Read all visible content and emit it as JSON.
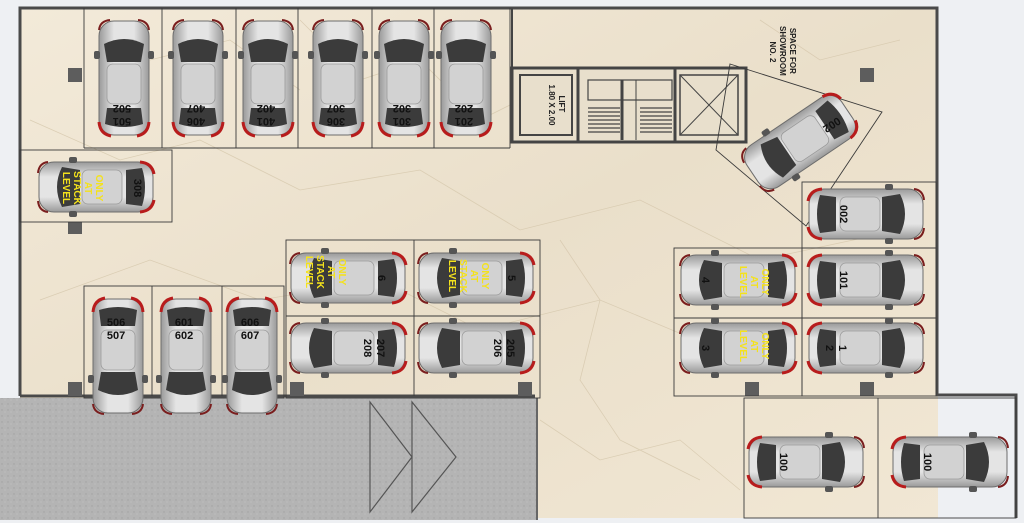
{
  "lift": {
    "label": "LIFT",
    "size": "1.80 X 2.00"
  },
  "showroom": {
    "lines": [
      "SPACE FOR",
      "SHOWROOM",
      "NO. 2"
    ]
  },
  "stack_note": [
    "ONLY",
    "AT",
    "STACK",
    "LEVEL"
  ],
  "stack_note_short": [
    "ONLY",
    "AT",
    "LEVEL"
  ],
  "cars": {
    "c501": {
      "lines": [
        "501",
        "502"
      ]
    },
    "c406": {
      "lines": [
        "406",
        "407"
      ]
    },
    "c401": {
      "lines": [
        "401",
        "402"
      ]
    },
    "c306": {
      "lines": [
        "306",
        "307"
      ]
    },
    "c301": {
      "lines": [
        "301",
        "302"
      ]
    },
    "c201": {
      "lines": [
        "201",
        "202"
      ]
    },
    "c308": {
      "lines": [
        "308"
      ]
    },
    "c506": {
      "lines": [
        "506",
        "507"
      ]
    },
    "c601": {
      "lines": [
        "601",
        "602"
      ]
    },
    "c606": {
      "lines": [
        "606",
        "607"
      ]
    },
    "c6": {
      "lines": [
        "6"
      ]
    },
    "c5": {
      "lines": [
        "5"
      ]
    },
    "c207": {
      "lines": [
        "207",
        "208"
      ]
    },
    "c205": {
      "lines": [
        "205",
        "206"
      ]
    },
    "c002a": {
      "lines": [
        "002"
      ]
    },
    "c002b": {
      "lines": [
        "002"
      ]
    },
    "c4": {
      "lines": [
        "4"
      ]
    },
    "c101": {
      "lines": [
        "101"
      ]
    },
    "c3": {
      "lines": [
        "3"
      ]
    },
    "c1": {
      "lines": [
        "1",
        "2"
      ]
    },
    "c100a": {
      "lines": [
        "100"
      ]
    },
    "c100b": {
      "lines": [
        "100"
      ]
    }
  }
}
